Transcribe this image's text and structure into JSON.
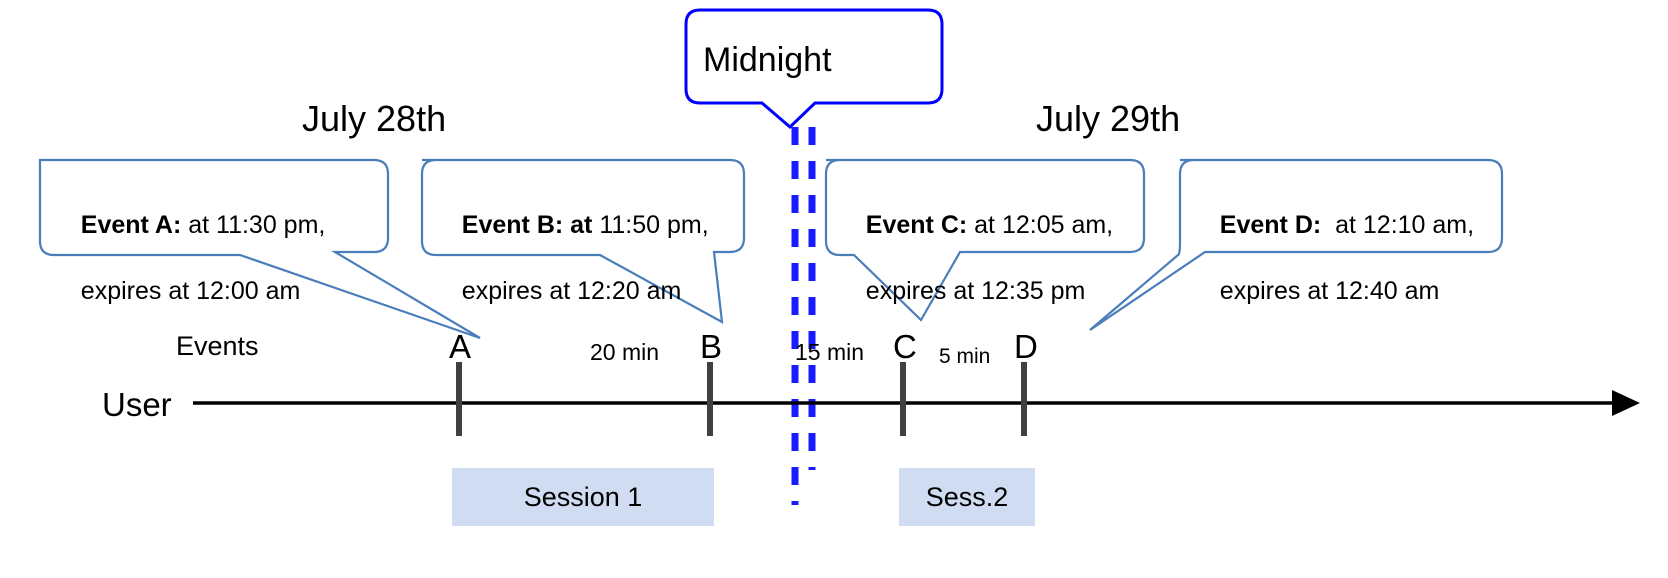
{
  "diagram": {
    "title_region": {
      "midnight_label": "Midnight",
      "date_left": "July 28th",
      "date_right": "July 29th"
    },
    "axis": {
      "row_label": "User",
      "events_label": "Events",
      "arrow_direction": "right"
    },
    "events": [
      {
        "id": "A",
        "tick_letter": "A",
        "bold_prefix": "Event A:",
        "line1_rest": " at 11:30 pm,",
        "line2": "expires at 12:00 am"
      },
      {
        "id": "B",
        "tick_letter": "B",
        "bold_prefix": "Event B: at",
        "line1_rest": " 11:50 pm,",
        "line2": "expires at 12:20 am"
      },
      {
        "id": "C",
        "tick_letter": "C",
        "bold_prefix": "Event C:",
        "line1_rest": " at 12:05 am,",
        "line2": "expires at 12:35 pm"
      },
      {
        "id": "D",
        "tick_letter": "D",
        "bold_prefix": "Event D:",
        "line1_rest": "  at 12:10 am,",
        "line2": "expires at 12:40 am"
      }
    ],
    "intervals": [
      {
        "id": "a-to-b",
        "label": "20 min"
      },
      {
        "id": "b-to-c",
        "label": "15 min"
      },
      {
        "id": "c-to-d",
        "label": "5 min"
      }
    ],
    "sessions": [
      {
        "id": "session-1",
        "label": "Session 1"
      },
      {
        "id": "session-2",
        "label": "Sess.2"
      }
    ],
    "colors": {
      "callout_border": "#4a7ebb",
      "midnight_border": "#0000ff",
      "midnight_dash": "#1a1aff",
      "session_fill": "#cfdcf2",
      "axis_line": "#000000",
      "tick_mark": "#404040",
      "text": "#000000"
    }
  }
}
